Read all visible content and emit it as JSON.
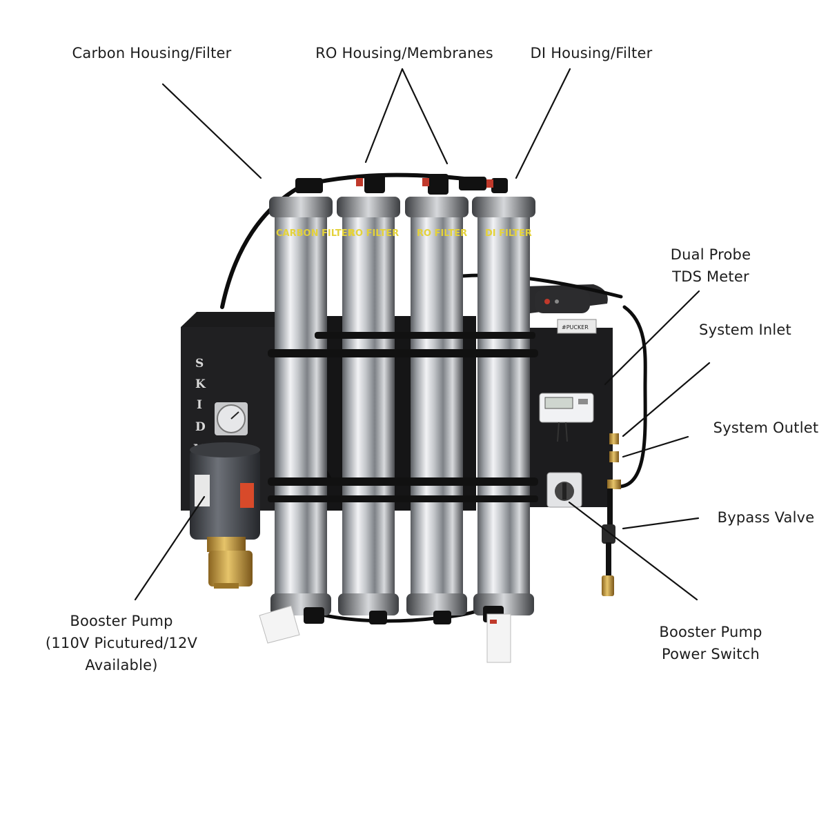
{
  "callouts": {
    "carbon": "Carbon Housing/Filter",
    "ro": "RO Housing/Membranes",
    "di": "DI Housing/Filter",
    "tds_line1": "Dual Probe",
    "tds_line2": "TDS Meter",
    "inlet": "System Inlet",
    "outlet": "System Outlet",
    "bypass": "Bypass Valve",
    "switch_line1": "Booster Pump",
    "switch_line2": "Power Switch",
    "pump_line1": "Booster Pump",
    "pump_line2": "(110V Picutured/12V",
    "pump_line3": "Available)"
  },
  "product": {
    "housing_labels": [
      "CARBON FILTER",
      "RO FILTER",
      "RO FILTER",
      "DI FILTER"
    ],
    "panel_lettering": [
      "S",
      "K",
      "I",
      "D",
      "M"
    ],
    "badge": "#PUCKER",
    "colors": {
      "steel": "#c9ccd0",
      "panel": "#1a1a1a",
      "brass": "#c69a3a",
      "label_yellow": "#e4d23a"
    }
  }
}
